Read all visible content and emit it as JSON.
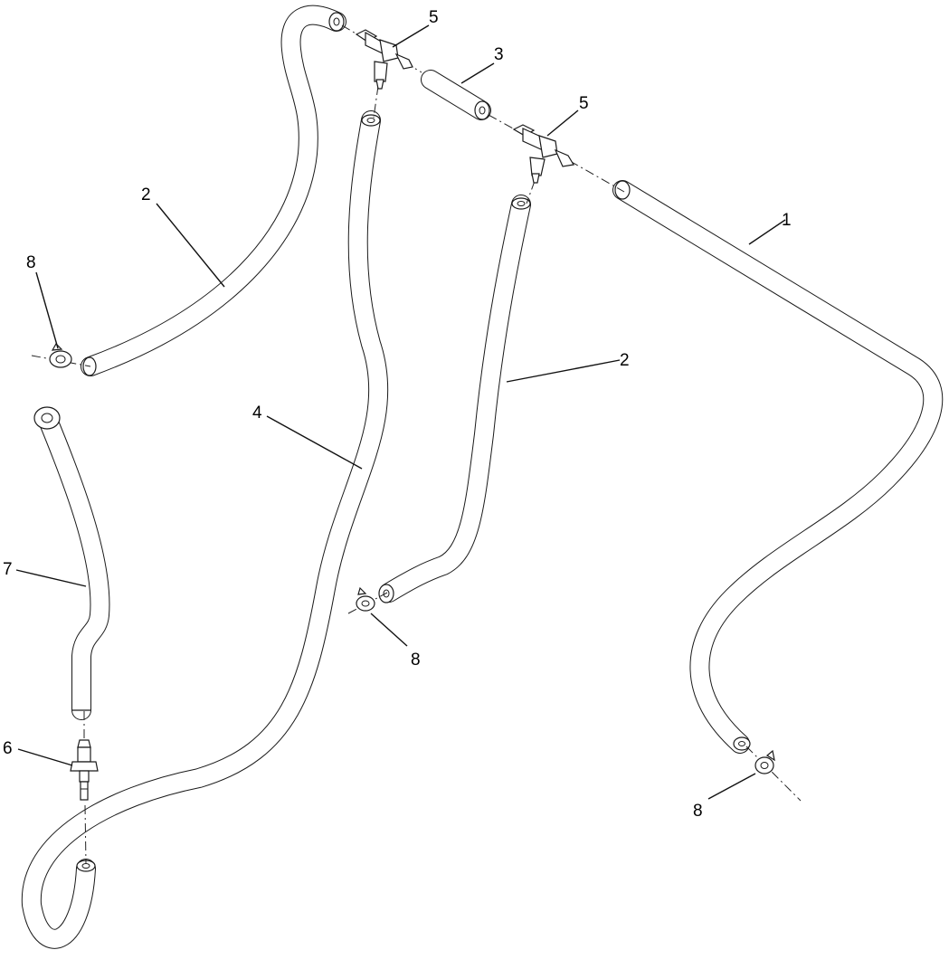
{
  "callouts": {
    "c1": "1",
    "c2a": "2",
    "c2b": "2",
    "c3": "3",
    "c4": "4",
    "c5a": "5",
    "c5b": "5",
    "c6": "6",
    "c7": "7",
    "c8a": "8",
    "c8b": "8",
    "c8c": "8"
  }
}
